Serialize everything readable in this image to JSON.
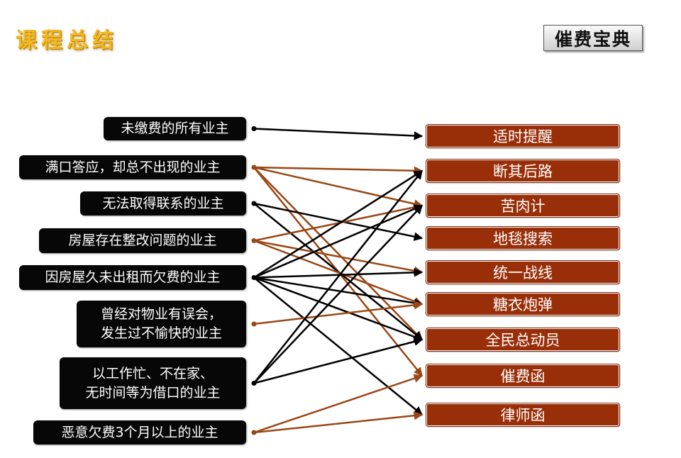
{
  "title": "课程总结",
  "logo": "催费宝典",
  "left_items": [
    {
      "id": "l1",
      "text": "未缴费的所有业主"
    },
    {
      "id": "l2",
      "text": "满口答应，却总不出现的业主"
    },
    {
      "id": "l3",
      "text": "无法取得联系的业主"
    },
    {
      "id": "l4",
      "text": "房屋存在整改问题的业主"
    },
    {
      "id": "l5",
      "text": "因房屋久未出租而欠费的业主"
    },
    {
      "id": "l6",
      "text": "曾经对物业有误会，\n发生过不愉快的业主"
    },
    {
      "id": "l7",
      "text": "以工作忙、不在家、\n无时间等为借口的业主"
    },
    {
      "id": "l8",
      "text": "恶意欠费3个月以上的业主"
    }
  ],
  "right_items": [
    {
      "id": "r1",
      "text": "适时提醒"
    },
    {
      "id": "r2",
      "text": "断其后路"
    },
    {
      "id": "r3",
      "text": "苦肉计"
    },
    {
      "id": "r4",
      "text": "地毯搜索"
    },
    {
      "id": "r5",
      "text": "统一战线"
    },
    {
      "id": "r6",
      "text": "糖衣炮弹"
    },
    {
      "id": "r7",
      "text": "全民总动员"
    },
    {
      "id": "r8",
      "text": "催费函"
    },
    {
      "id": "r9",
      "text": "律师函"
    }
  ],
  "connections": [
    {
      "from": "l1",
      "to": "r1",
      "color": "black"
    },
    {
      "from": "l2",
      "to": "r2",
      "color": "brown"
    },
    {
      "from": "l2",
      "to": "r3",
      "color": "brown"
    },
    {
      "from": "l2",
      "to": "r7",
      "color": "brown"
    },
    {
      "from": "l2",
      "to": "r8",
      "color": "brown"
    },
    {
      "from": "l3",
      "to": "r4",
      "color": "black"
    },
    {
      "from": "l3",
      "to": "r7",
      "color": "black"
    },
    {
      "from": "l4",
      "to": "r3",
      "color": "brown"
    },
    {
      "from": "l4",
      "to": "r5",
      "color": "brown"
    },
    {
      "from": "l4",
      "to": "r6",
      "color": "brown"
    },
    {
      "from": "l5",
      "to": "r2",
      "color": "black"
    },
    {
      "from": "l5",
      "to": "r3",
      "color": "black"
    },
    {
      "from": "l5",
      "to": "r5",
      "color": "black"
    },
    {
      "from": "l5",
      "to": "r6",
      "color": "black"
    },
    {
      "from": "l5",
      "to": "r7",
      "color": "black"
    },
    {
      "from": "l5",
      "to": "r9",
      "color": "black"
    },
    {
      "from": "l6",
      "to": "r6",
      "color": "brown"
    },
    {
      "from": "l7",
      "to": "r2",
      "color": "black"
    },
    {
      "from": "l7",
      "to": "r3",
      "color": "black"
    },
    {
      "from": "l7",
      "to": "r7",
      "color": "black"
    },
    {
      "from": "l8",
      "to": "r8",
      "color": "brown"
    },
    {
      "from": "l8",
      "to": "r9",
      "color": "brown"
    }
  ],
  "colors": {
    "title": "#f3b81c",
    "left_box": "#070707",
    "right_box": "#992f09",
    "line_black": "#000000",
    "line_brown": "#9a4715"
  }
}
